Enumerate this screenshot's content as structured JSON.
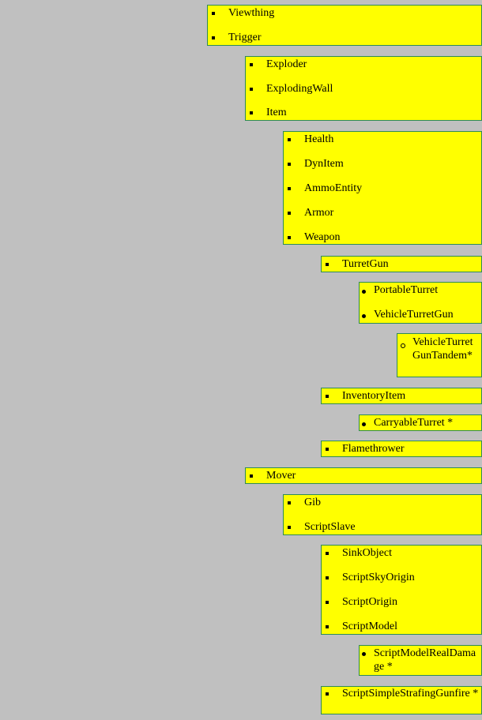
{
  "boxes": [
    {
      "bullet": "square",
      "items": [
        "Viewthing",
        "Trigger"
      ]
    },
    {
      "bullet": "square",
      "items": [
        "Exploder",
        "ExplodingWall",
        "Item"
      ]
    },
    {
      "bullet": "square",
      "items": [
        "Health",
        "DynItem",
        "AmmoEntity",
        "Armor",
        "Weapon"
      ]
    },
    {
      "bullet": "square",
      "items": [
        "TurretGun"
      ]
    },
    {
      "bullet": "disc",
      "items": [
        "PortableTurret",
        "VehicleTurretGun"
      ]
    },
    {
      "bullet": "circle",
      "items": [
        "VehicleTurretGunTandem*"
      ]
    },
    {
      "bullet": "square",
      "items": [
        "InventoryItem"
      ]
    },
    {
      "bullet": "disc",
      "items": [
        "CarryableTurret *"
      ]
    },
    {
      "bullet": "square",
      "items": [
        "Flamethrower"
      ]
    },
    {
      "bullet": "square",
      "items": [
        "Mover"
      ]
    },
    {
      "bullet": "square",
      "items": [
        "Gib",
        "ScriptSlave"
      ]
    },
    {
      "bullet": "square",
      "items": [
        "SinkObject",
        "ScriptSkyOrigin",
        "ScriptOrigin",
        "ScriptModel"
      ]
    },
    {
      "bullet": "disc",
      "items": [
        "ScriptModelRealDamage *"
      ]
    },
    {
      "bullet": "square",
      "items": [
        "ScriptSimpleStrafingGunfire *"
      ]
    }
  ]
}
